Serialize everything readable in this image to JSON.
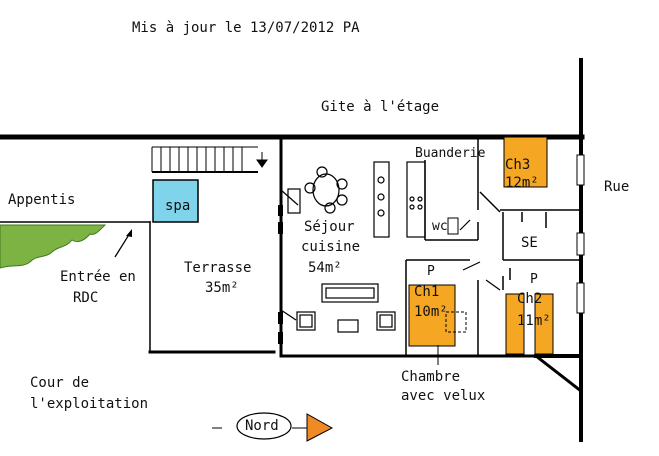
{
  "header": {
    "update_note": "Mis à jour le  13/07/2012  PA"
  },
  "labels": {
    "gite_etage": "Gite à l'étage",
    "buanderie": "Buanderie",
    "ch3": "Ch3",
    "ch3_area": "12m²",
    "rue": "Rue",
    "appentis": "Appentis",
    "spa": "spa",
    "sejour": "Séjour",
    "cuisine": "cuisine",
    "sejour_area": "54m²",
    "wc": "wc",
    "se": "SE",
    "entree_1": "Entrée en",
    "entree_2": "RDC",
    "terrasse": "Terrasse",
    "terrasse_area": "35m²",
    "ch1_p": "P",
    "ch1": "Ch1",
    "ch1_area": "10m²",
    "ch2_p": "P",
    "ch2": "Ch2",
    "ch2_area": "11m²",
    "cour_1": "Cour de",
    "cour_2": "l'exploitation",
    "chambre_velux_1": "Chambre",
    "chambre_velux_2": "avec velux",
    "nord": "Nord"
  },
  "colors": {
    "walls": "#000000",
    "bed_orange": "#f5a623",
    "spa_blue": "#7fd3ea",
    "grass_green": "#7cb342",
    "compass_orange": "#f08a24"
  }
}
